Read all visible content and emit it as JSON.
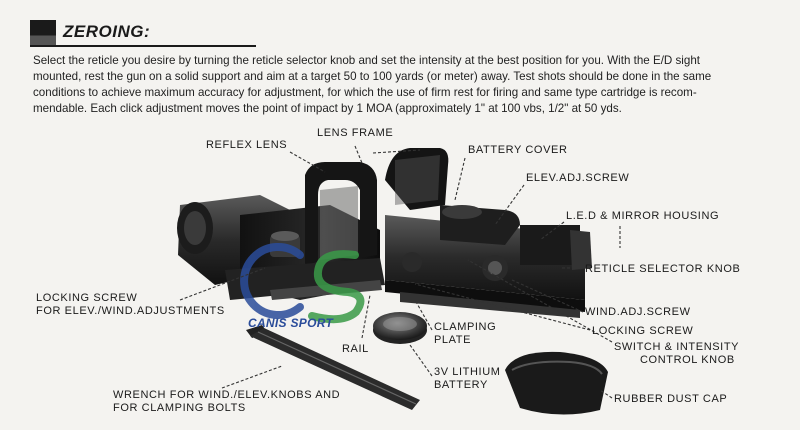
{
  "section": {
    "title": "ZEROING:"
  },
  "intro_lines": [
    "Select the reticle you desire by turning the reticle selector knob and set the intensity at the best position for you.   With the E/D sight",
    "mounted, rest the gun on a solid support and aim at a target 50 to 100 yards (or meter) away. Test shots should be done in the same",
    "conditions to achieve maximum accuracy for adjustment,    for which the use of firm rest for firing and same type cartridge is recom-",
    "mendable. Each click adjustment moves the point of impact by 1 MOA (approximately 1\" at 100 vbs, 1/2\" at 50 yds."
  ],
  "labels": {
    "reflex_lens": "REFLEX LENS",
    "lens_frame": "LENS FRAME",
    "battery_cover": "BATTERY COVER",
    "elev_adj_screw": "ELEV.ADJ.SCREW",
    "led_mirror_housing": "L.E.D & MIRROR HOUSING",
    "reticle_selector_knob": "RETICLE SELECTOR KNOB",
    "wind_adj_screw": "WIND.ADJ.SCREW",
    "locking_screw": "LOCKING SCREW",
    "switch_intensity_line1": "SWITCH & INTENSITY",
    "switch_intensity_line2": "CONTROL KNOB",
    "locking_screw_elev_line1": "LOCKING SCREW",
    "locking_screw_elev_line2": "FOR ELEV./WIND.ADJUSTMENTS",
    "clamping_plate_line1": "CLAMPING",
    "clamping_plate_line2": "PLATE",
    "rail": "RAIL",
    "battery_line1": "3V LITHIUM",
    "battery_line2": "BATTERY",
    "wrench_line1": "WRENCH FOR WIND./ELEV.KNOBS AND",
    "wrench_line2": "FOR CLAMPING BOLTS",
    "rubber_dust_cap": "RUBBER DUST CAP"
  },
  "watermark": {
    "logo_letters": "CS",
    "text": "CANIS SPORT",
    "colors": {
      "blue": "#2a4c9a",
      "green": "#3a9a48"
    }
  }
}
